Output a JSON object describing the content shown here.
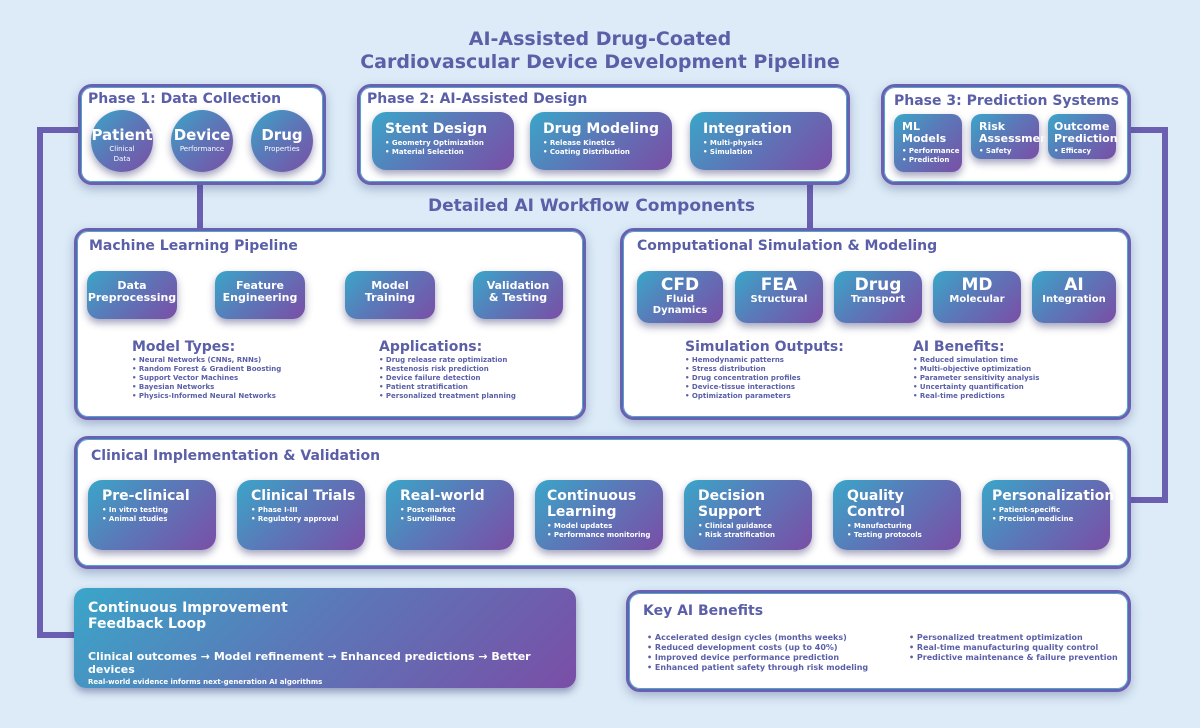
{
  "title": {
    "line1": "AI-Assisted Drug-Coated",
    "line2": "Cardiovascular Device Development Pipeline"
  },
  "phase1": {
    "title": "Phase 1: Data Collection",
    "items": [
      {
        "title": "Patient",
        "sub1": "Clinical",
        "sub2": "Data"
      },
      {
        "title": "Device",
        "sub1": "Performance",
        "sub2": ""
      },
      {
        "title": "Drug",
        "sub1": "Properties",
        "sub2": ""
      }
    ]
  },
  "phase2": {
    "title": "Phase 2: AI-Assisted Design",
    "items": [
      {
        "title": "Stent Design",
        "bullets": [
          "Geometry Optimization",
          "Material Selection"
        ]
      },
      {
        "title": "Drug Modeling",
        "bullets": [
          "Release Kinetics",
          "Coating Distribution"
        ]
      },
      {
        "title": "Integration",
        "bullets": [
          "Multi-physics",
          "Simulation"
        ]
      }
    ]
  },
  "phase3": {
    "title": "Phase 3: Prediction Systems",
    "items": [
      {
        "title1": "ML",
        "title2": "Models",
        "bullets": [
          "Performance",
          "Prediction"
        ]
      },
      {
        "title1": "Risk",
        "title2": "Assessment",
        "bullets": [
          "Safety"
        ]
      },
      {
        "title1": "Outcome",
        "title2": "Prediction",
        "bullets": [
          "Efficacy"
        ]
      }
    ]
  },
  "workflow_heading": "Detailed AI Workflow Components",
  "ml_pipeline": {
    "title": "Machine Learning Pipeline",
    "steps": [
      {
        "line1": "Data",
        "line2": "Preprocessing"
      },
      {
        "line1": "Feature",
        "line2": "Engineering"
      },
      {
        "line1": "Model",
        "line2": "Training"
      },
      {
        "line1": "Validation",
        "line2": "& Testing"
      }
    ],
    "model_types_title": "Model Types:",
    "model_types": [
      "Neural Networks (CNNs, RNNs)",
      "Random Forest & Gradient Boosting",
      "Support Vector Machines",
      "Bayesian Networks",
      "Physics-Informed Neural Networks"
    ],
    "applications_title": "Applications:",
    "applications": [
      "Drug release rate optimization",
      "Restenosis risk prediction",
      "Device failure detection",
      "Patient stratification",
      "Personalized treatment planning"
    ]
  },
  "simulation": {
    "title": "Computational Simulation & Modeling",
    "items": [
      {
        "title": "CFD",
        "sub1": "Fluid",
        "sub2": "Dynamics"
      },
      {
        "title": "FEA",
        "sub1": "Structural",
        "sub2": ""
      },
      {
        "title": "Drug",
        "sub1": "Transport",
        "sub2": ""
      },
      {
        "title": "MD",
        "sub1": "Molecular",
        "sub2": ""
      },
      {
        "title": "AI",
        "sub1": "Integration",
        "sub2": ""
      }
    ],
    "outputs_title": "Simulation Outputs:",
    "outputs": [
      "Hemodynamic patterns",
      "Stress distribution",
      "Drug concentration profiles",
      "Device-tissue interactions",
      "Optimization parameters"
    ],
    "benefits_title": "AI Benefits:",
    "benefits": [
      "Reduced simulation time",
      "Multi-objective optimization",
      "Parameter sensitivity analysis",
      "Uncertainty quantification",
      "Real-time predictions"
    ]
  },
  "clinical": {
    "title": "Clinical Implementation & Validation",
    "items": [
      {
        "title1": "Pre-clinical",
        "title2": "",
        "bullets": [
          "In vitro testing",
          "Animal studies"
        ]
      },
      {
        "title1": "Clinical Trials",
        "title2": "",
        "bullets": [
          "Phase I-III",
          "Regulatory approval"
        ]
      },
      {
        "title1": "Real-world",
        "title2": "",
        "bullets": [
          "Post-market",
          "Surveillance"
        ]
      },
      {
        "title1": "Continuous",
        "title2": "Learning",
        "bullets": [
          "Model updates",
          "Performance monitoring"
        ]
      },
      {
        "title1": "Decision",
        "title2": "Support",
        "bullets": [
          "Clinical guidance",
          "Risk stratification"
        ]
      },
      {
        "title1": "Quality",
        "title2": "Control",
        "bullets": [
          "Manufacturing",
          "Testing protocols"
        ]
      },
      {
        "title1": "Personalization",
        "title2": "",
        "bullets": [
          "Patient-specific",
          "Precision medicine"
        ]
      }
    ]
  },
  "feedback": {
    "title1": "Continuous Improvement",
    "title2": "Feedback Loop",
    "flow": "Clinical outcomes → Model refinement → Enhanced predictions → Better devices",
    "note": "Real-world evidence informs next-generation AI algorithms"
  },
  "key_benefits": {
    "title": "Key AI Benefits",
    "left": [
      "Accelerated design cycles (months  weeks)",
      "Reduced development costs (up to 40%)",
      "Improved device performance prediction",
      "Enhanced patient safety through risk modeling"
    ],
    "right": [
      "Personalized treatment optimization",
      "Real-time manufacturing quality control",
      "Predictive maintenance & failure prevention"
    ]
  },
  "colors": {
    "purple": "#6a5fb0",
    "teal": "#3aa6c9",
    "text": "#5a5fa8",
    "background": "#dcebf7"
  }
}
